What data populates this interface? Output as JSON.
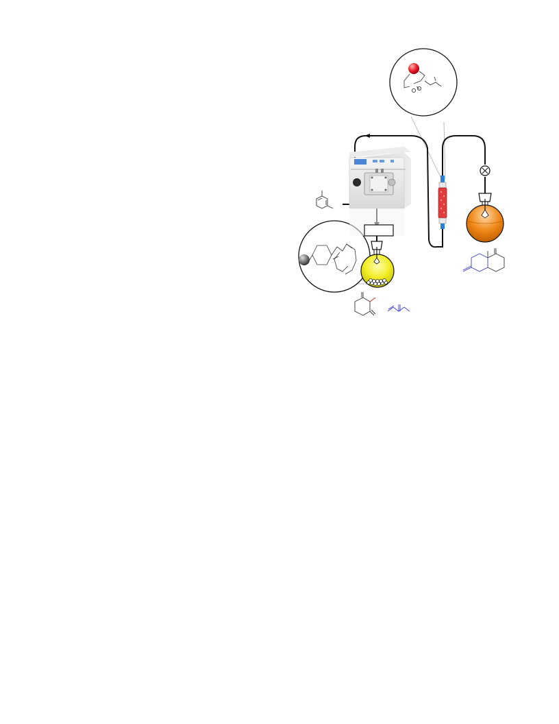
{
  "diagram": {
    "kind": "continuous-flow reaction setup",
    "components": [
      {
        "id": "hplc-pump",
        "label": ""
      },
      {
        "id": "packed-bed-column",
        "label": ""
      },
      {
        "id": "reservoir-flask",
        "label": ""
      },
      {
        "id": "collection-flask",
        "label": ""
      },
      {
        "id": "back-pressure-regulator",
        "label": ""
      },
      {
        "id": "inline-box",
        "label": ""
      }
    ],
    "colors": {
      "tubing": "#111111",
      "reservoir_liquid": "#f2ee2a",
      "collection_liquid": "#f08a1a",
      "column_packing": "#e23b3b",
      "fittings": "#2b7fd6",
      "catalyst_bead": "#e8202a",
      "support_bead": "#777777",
      "product_structure": "#3a3ad0"
    },
    "icons": [
      "pump-icon",
      "flask-icon",
      "column-icon",
      "valve-icon",
      "zoom-callout-icon"
    ]
  }
}
